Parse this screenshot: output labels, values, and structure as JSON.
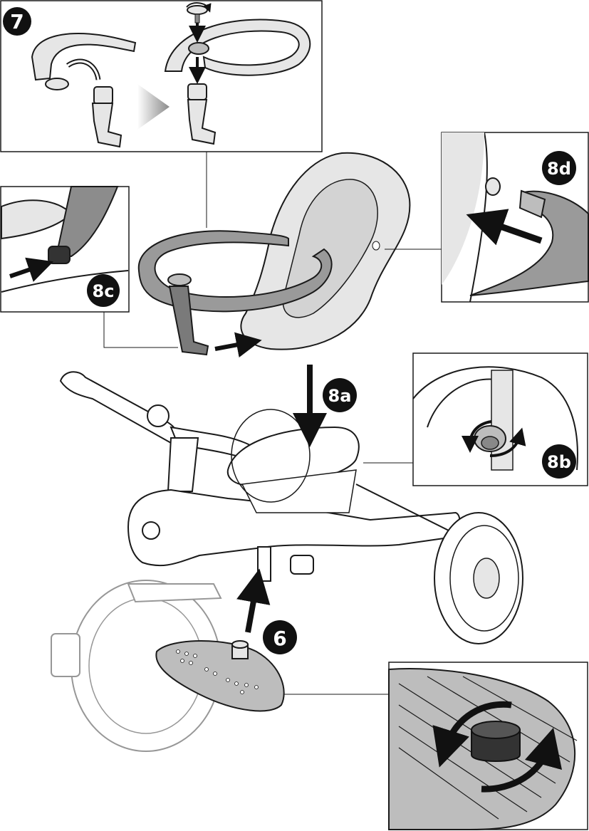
{
  "steps": {
    "step7": "7",
    "step8a": "8a",
    "step8b": "8b",
    "step8c": "8c",
    "step8d": "8d",
    "step6": "6"
  },
  "colors": {
    "line": "#1a1a1a",
    "light_part": "#e6e6e6",
    "mid_part": "#bdbdbd",
    "dark_part": "#808080",
    "badge": "#111111",
    "ghost": "#c8c8c8"
  },
  "icons": [
    "arrow-icon",
    "rotate-arrow-icon",
    "next-step-triangle-icon",
    "screw-icon",
    "knob-icon"
  ]
}
